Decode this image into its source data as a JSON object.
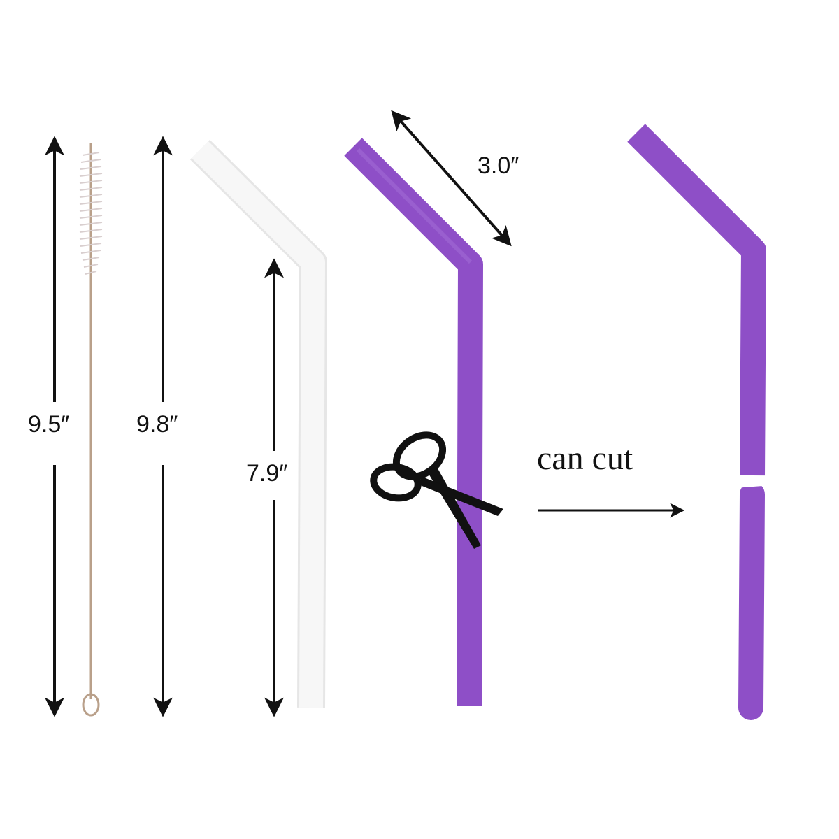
{
  "measurements": {
    "brush_length": "9.5″",
    "straw_total_length": "9.8″",
    "straw_straight_length": "7.9″",
    "straw_bent_length": "3.0″"
  },
  "caption": "can cut",
  "colors": {
    "background": "#ffffff",
    "arrow": "#111111",
    "purple_straw": "#8e4fc7",
    "white_straw": "#f4f4f4",
    "brush_bristles": "#e8e0e0",
    "brush_wire": "#b9a08a",
    "scissors": "#111111"
  },
  "icons": {
    "scissors": "scissors-icon"
  }
}
